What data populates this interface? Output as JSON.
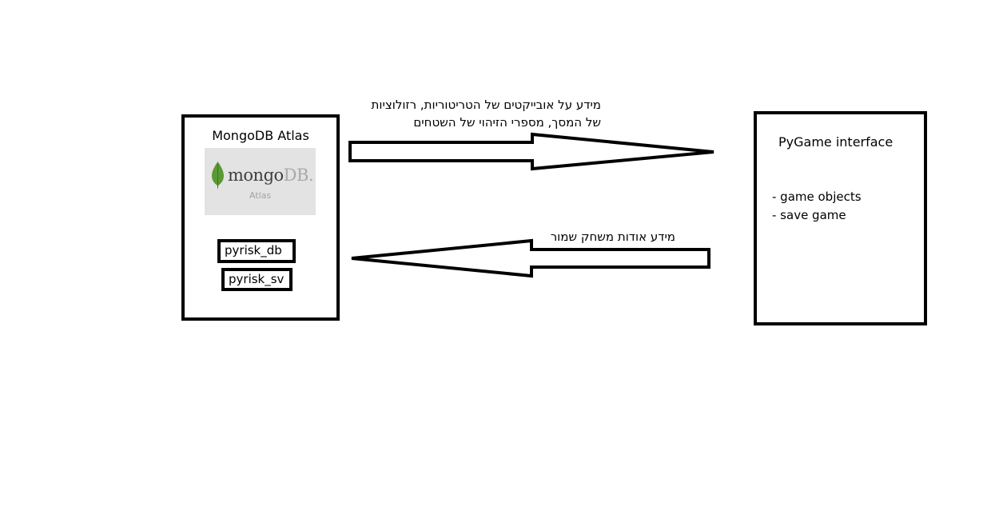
{
  "mongo": {
    "title": "MongoDB Atlas",
    "logo": {
      "wordmark_mongo": "mongo",
      "wordmark_db": "DB.",
      "subtitle": "Atlas",
      "leaf_color": "#5a9a35",
      "background": "#e3e3e3"
    },
    "collections": [
      "pyrisk_db",
      "pyrisk_sv"
    ]
  },
  "pygame": {
    "title": "PyGame interface",
    "items": [
      "- game objects",
      "- save game"
    ]
  },
  "arrows": {
    "top": {
      "direction": "right",
      "label_lines": [
        "מידע על אובייקטים של הטריטוריות, רזולוציות",
        "של המסך, מספרי הזיהוי של השטחים"
      ]
    },
    "bottom": {
      "direction": "left",
      "label_lines": [
        "מידע אודות משחק שמור"
      ]
    }
  }
}
